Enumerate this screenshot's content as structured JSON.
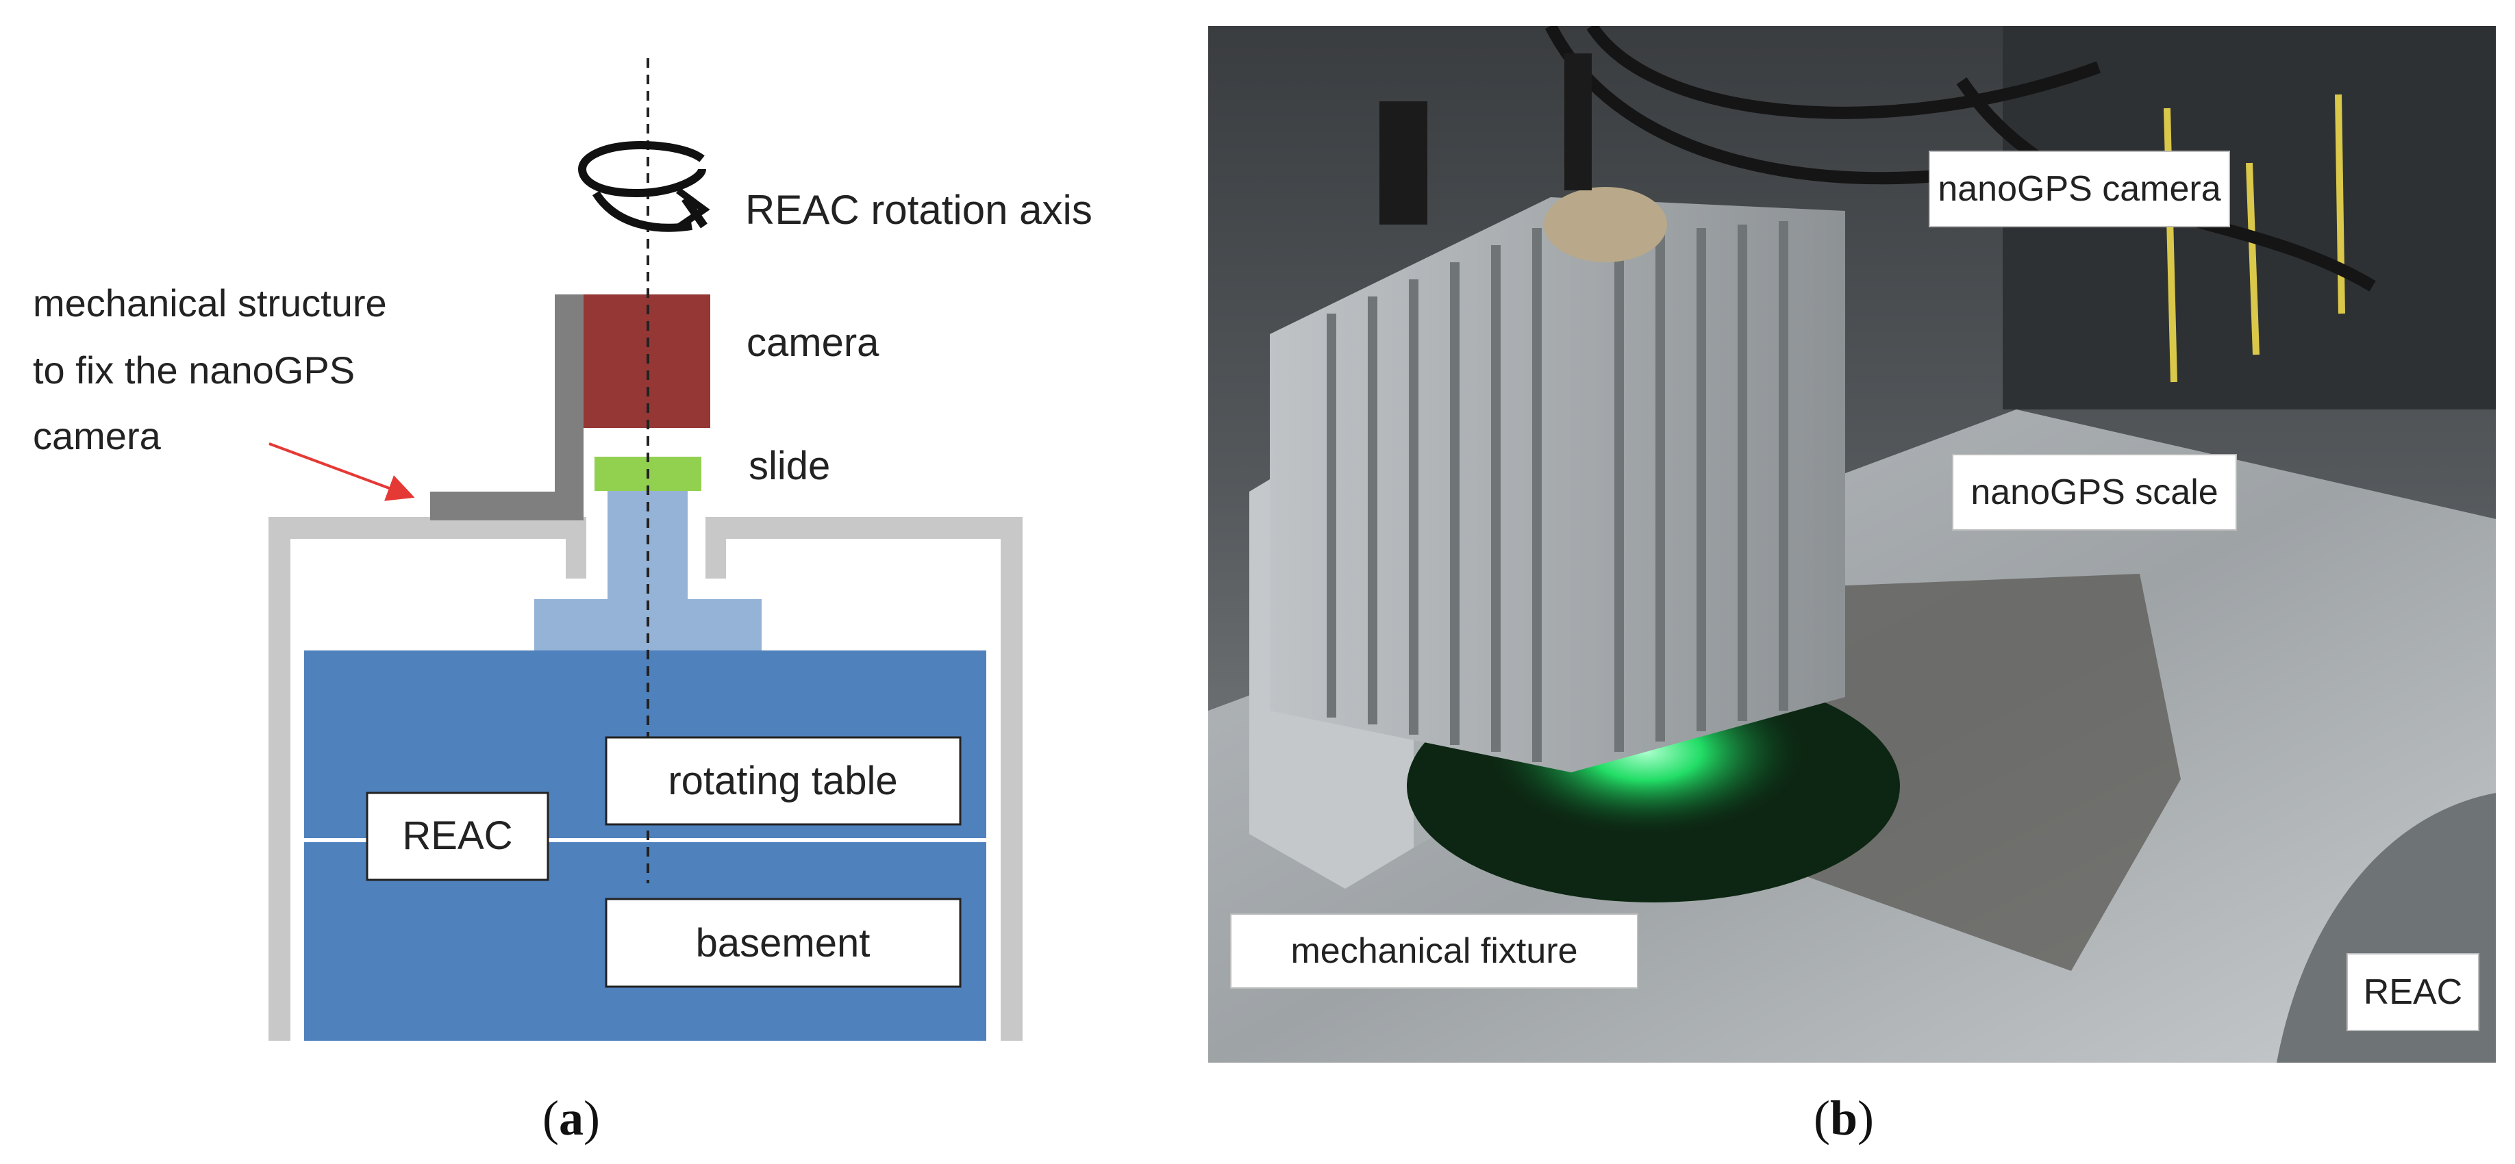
{
  "panel_a": {
    "caption_letter": "a",
    "labels": {
      "rotation_axis": "REAC rotation axis",
      "mechanical_structure_line1": "mechanical structure",
      "mechanical_structure_line2": "to fix the nanoGPS",
      "mechanical_structure_line3": "camera",
      "camera": "camera",
      "slide": "slide",
      "rotating_table": "rotating table",
      "reac": "REAC",
      "basement": "basement"
    },
    "colors": {
      "reac_body": "#4f81bd",
      "rotating_shaft": "#95b3d7",
      "camera": "#953735",
      "slide": "#92d050",
      "housing": "#c8c8c8",
      "bracket": "#7f7f7f",
      "pointer_arrow": "#e53935"
    }
  },
  "panel_b": {
    "caption_letter": "b",
    "labels": {
      "camera": "nanoGPS camera",
      "scale": "nanoGPS scale",
      "fixture": "mechanical fixture",
      "reac": "REAC"
    }
  }
}
